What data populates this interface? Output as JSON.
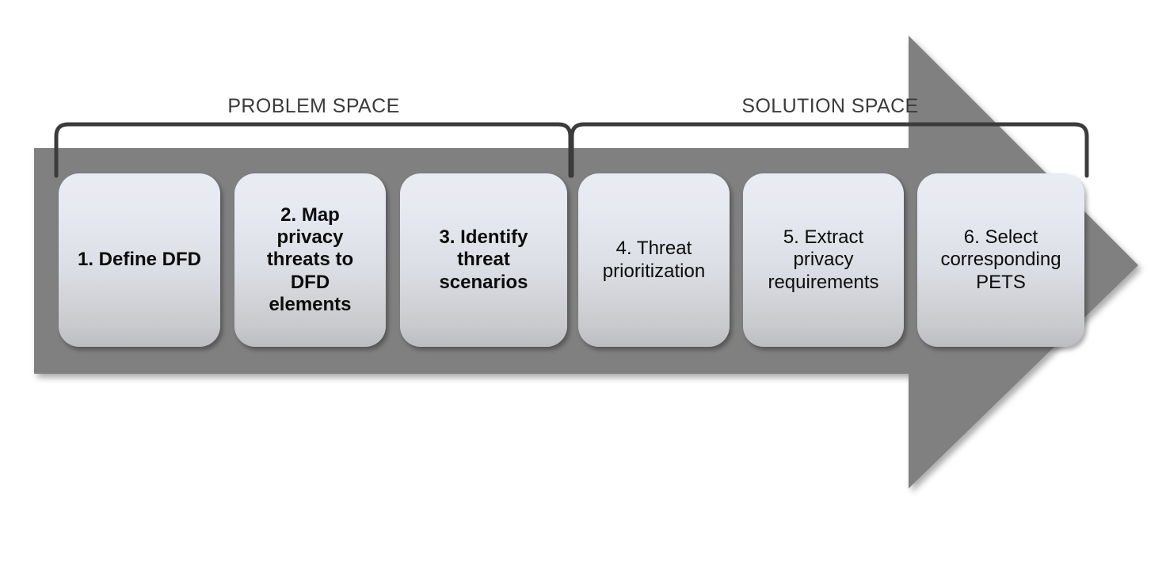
{
  "diagram": {
    "title": "Privacy threat modeling methodology process flow",
    "arrow": {
      "icon": "right-arrow-shape",
      "color": "#808080"
    },
    "phases": [
      {
        "label": "PROBLEM SPACE",
        "bracket_icon": "curly-bracket-top"
      },
      {
        "label": "SOLUTION SPACE",
        "bracket_icon": "curly-bracket-top"
      }
    ],
    "steps": [
      {
        "label": "1. Define DFD",
        "weight": "bold",
        "phase": 0
      },
      {
        "label": "2. Map\nprivacy\nthreats to\nDFD\nelements",
        "weight": "bold",
        "phase": 0
      },
      {
        "label": "3. Identify\nthreat\nscenarios",
        "weight": "bold",
        "phase": 0
      },
      {
        "label": "4. Threat\nprioritization",
        "weight": "regular",
        "phase": 1
      },
      {
        "label": "5. Extract\nprivacy\nrequirements",
        "weight": "regular",
        "phase": 1
      },
      {
        "label": "6. Select\ncorresponding\nPETS",
        "weight": "regular",
        "phase": 1
      }
    ],
    "colors": {
      "arrow_gray": "#808080",
      "bracket_stroke": "#3b3b3b",
      "box_top": "#e9ecf3",
      "box_bottom": "#bcbdc0",
      "text": "#0c0c0c",
      "label_text": "#3b3b3b",
      "background": "#ffffff"
    }
  }
}
